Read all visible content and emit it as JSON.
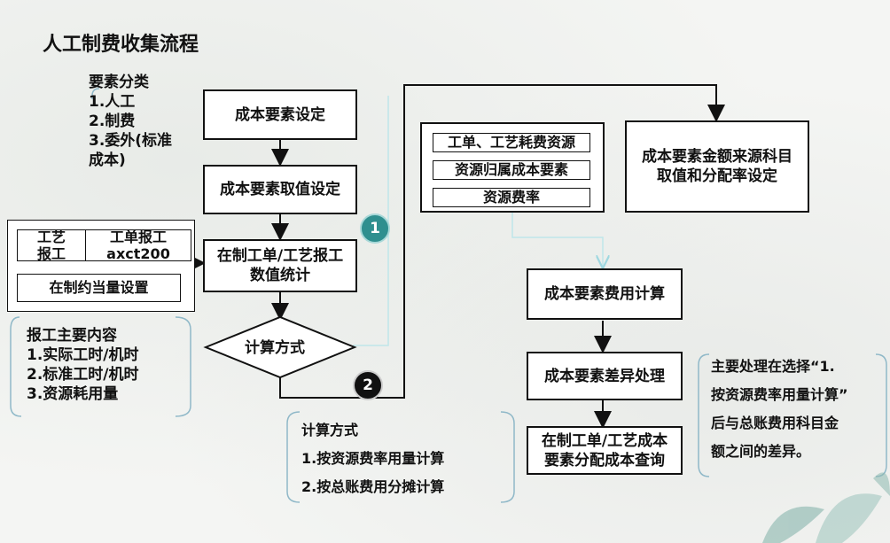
{
  "title": "人工制费收集流程",
  "categories_note": "要素分类\n1.人工\n2.制费\n3.委外(标准\n成本)",
  "boxes": {
    "cost_element_setting": "成本要素设定",
    "cost_element_value_setting": "成本要素取值设定",
    "wip_stats": "在制工单/工艺报工数值统计",
    "calc_method": "计算方式",
    "amount_source_setting": "成本要素金额来源科目取值和分配率设定",
    "cost_calc": "成本要素费用计算",
    "diff_handling": "成本要素差异处理",
    "alloc_query": "在制工单/工艺成本要素分配成本查询"
  },
  "report_table": {
    "cell_a": "工艺\n报工",
    "cell_b": "工单报工\naxct200",
    "cell_c": "在制约当量设置"
  },
  "resource_box": {
    "row1": "工单、工艺耗费资源",
    "row2": "资源归属成本要素",
    "row3": "资源费率"
  },
  "report_content_note": "报工主要内容\n1.实际工时/机时\n2.标准工时/机时\n3.资源耗用量",
  "calc_method_note": "计算方式\n1.按资源费率用量计算\n2.按总账费用分摊计算",
  "diff_note": "主要处理在选择“1.\n按资源费率用量计算”\n后与总账费用科目金\n额之间的差异。",
  "badges": {
    "one": "1",
    "two": "2"
  },
  "colors": {
    "badge1": "#2f8f8f",
    "badge2": "#111111",
    "arrow": "#111111",
    "bracket": "#8fb8c8"
  }
}
